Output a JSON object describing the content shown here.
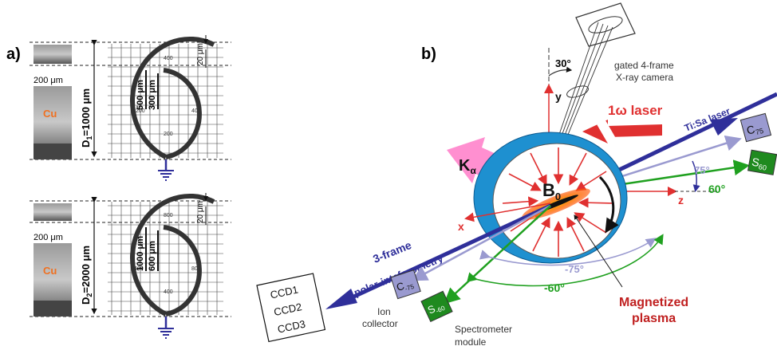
{
  "panel_a": {
    "label": "a)",
    "top": {
      "scale": "200 μm",
      "material": "Cu",
      "diameter": "D₁=1000 μm",
      "d_main": "D",
      "d_sub": "1",
      "d_rest": "=1000 μm",
      "inner1": "500 μm",
      "inner2": "300 μm",
      "gap": "20 μm",
      "grid_ticks": [
        "400",
        "200",
        "200",
        "400"
      ]
    },
    "bottom": {
      "scale": "200 μm",
      "material": "Cu",
      "diameter": "D₂=2000 μm",
      "d_main": "D",
      "d_sub": "2",
      "d_rest": "=2000 μm",
      "inner1": "1000 μm",
      "inner2": "600 μm",
      "gap": "20 μm",
      "grid_ticks": [
        "800",
        "400",
        "400",
        "800"
      ]
    }
  },
  "panel_b": {
    "label": "b)",
    "angle_camera": "30°",
    "camera_line1": "gated 4-frame",
    "camera_line2": "X-ray camera",
    "axis_y": "y",
    "axis_x": "x",
    "axis_z": "z",
    "laser1_prefix": "1",
    "laser1_omega": "ω",
    "laser1_suffix": " laser",
    "tisa_laser": "Ti:Sa laser",
    "c75": "C",
    "c75_sub": "75",
    "s60": "S",
    "s60_sub": "60",
    "angle_75": "75°",
    "angle_60": "60°",
    "angle_m75": "-75°",
    "angle_m60": "-60°",
    "kalpha": "K",
    "kalpha_sub": "α",
    "b0": "B",
    "b0_sub": "0",
    "interf_line1": "3-frame",
    "interf_line2": "polar-inteferometry",
    "ccd": [
      "CCD1",
      "CCD2",
      "CCD3"
    ],
    "cm75": "C",
    "cm75_sub": "-75",
    "sm60": "S",
    "sm60_sub": "-60",
    "ion_line1": "Ion",
    "ion_line2": "collector",
    "spec_line1": "Spectrometer",
    "spec_line2": "module",
    "plasma_line1": "Magnetized",
    "plasma_line2": "plasma"
  },
  "colors": {
    "red": "#e03030",
    "blue": "#2f2f9a",
    "green": "#1fa01f",
    "cyan": "#1e90d0",
    "pink": "#ff8fd0",
    "orange": "#f07020",
    "lavender": "#9a9ad0"
  }
}
